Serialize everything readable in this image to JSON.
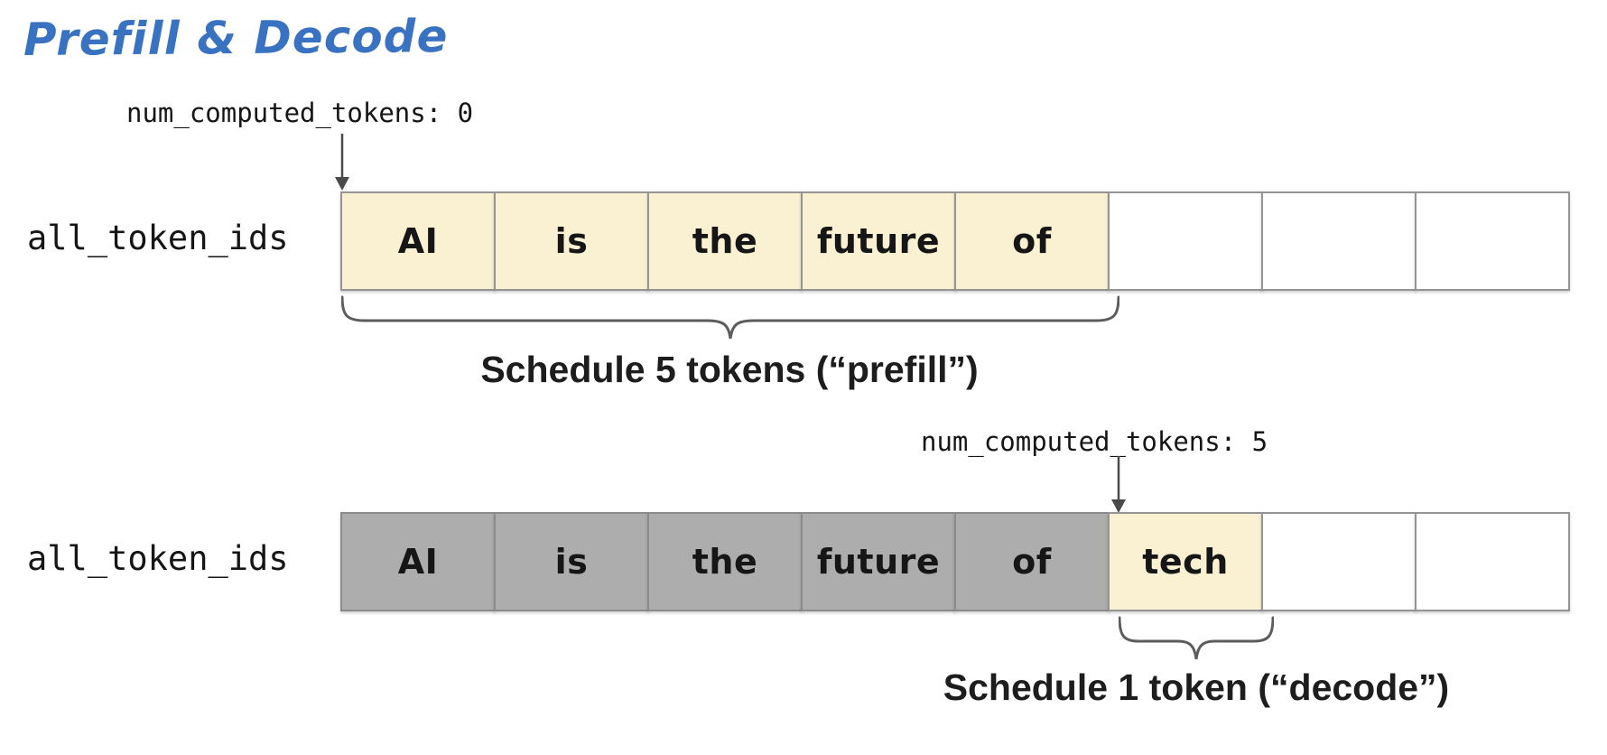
{
  "title": "Prefill & Decode",
  "colors": {
    "title_blue": "#3a72c2",
    "scheduled_fill": "#faf1d2",
    "computed_fill": "#adadad",
    "empty_fill": "#ffffff",
    "cell_border": "#949494",
    "annotation_gray": "#4a4a4a"
  },
  "prefill": {
    "pointer_label": "num_computed_tokens: 0",
    "row_label": "all_token_ids",
    "cells": [
      {
        "text": "AI",
        "state": "scheduled"
      },
      {
        "text": "is",
        "state": "scheduled"
      },
      {
        "text": "the",
        "state": "scheduled"
      },
      {
        "text": "future",
        "state": "scheduled"
      },
      {
        "text": "of",
        "state": "scheduled"
      },
      {
        "text": "",
        "state": "empty"
      },
      {
        "text": "",
        "state": "empty"
      },
      {
        "text": "",
        "state": "empty"
      }
    ],
    "brace_label": "Schedule 5 tokens (“prefill”)"
  },
  "decode": {
    "pointer_label": "num_computed_tokens: 5",
    "row_label": "all_token_ids",
    "cells": [
      {
        "text": "AI",
        "state": "computed"
      },
      {
        "text": "is",
        "state": "computed"
      },
      {
        "text": "the",
        "state": "computed"
      },
      {
        "text": "future",
        "state": "computed"
      },
      {
        "text": "of",
        "state": "computed"
      },
      {
        "text": "tech",
        "state": "scheduled"
      },
      {
        "text": "",
        "state": "empty"
      },
      {
        "text": "",
        "state": "empty"
      }
    ],
    "brace_label": "Schedule 1 token (“decode”)"
  }
}
